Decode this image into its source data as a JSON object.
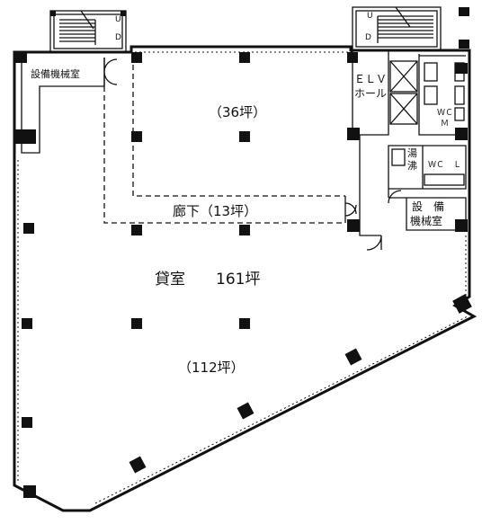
{
  "plan": {
    "main_room": {
      "label": "貸室",
      "area": "161坪"
    },
    "north_area": "（36坪）",
    "corridor": "廊下（13坪）",
    "south_area": "（112坪）",
    "equipment_room_left": "設備機械室",
    "equipment_room_right_line1": "設　備",
    "equipment_room_right_line2": "機械室",
    "elevator_hall_line1": "ＥＬＶ",
    "elevator_hall_line2": "ホール",
    "pantry_line1": "湯",
    "pantry_line2": "沸",
    "toilet_male": "ＷＣ",
    "toilet_male_sub": "Ｍ",
    "toilet_female": "ＷＣ",
    "toilet_female_sub": "Ｌ",
    "stair_up": "U",
    "stair_down": "D"
  }
}
